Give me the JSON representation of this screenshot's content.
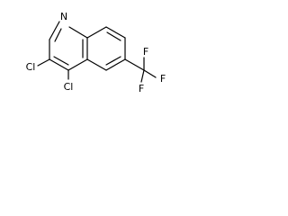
{
  "molecule": {
    "atoms": {
      "n1": "N",
      "cl3": "Cl",
      "cl4": "Cl",
      "f1": "F",
      "f2": "F",
      "f3": "F"
    }
  }
}
